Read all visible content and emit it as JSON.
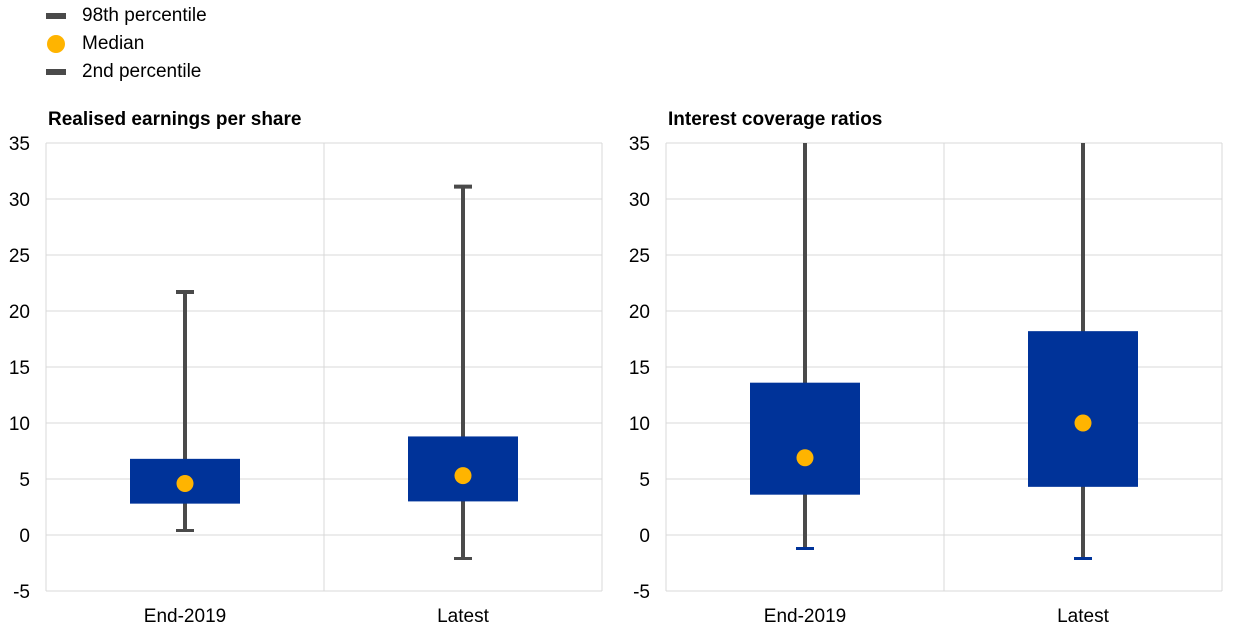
{
  "legend": {
    "p98": "98th percentile",
    "median": "Median",
    "p2": "2nd percentile"
  },
  "colors": {
    "box": "#003399",
    "median": "#ffb400",
    "whisker": "#4a4a4a",
    "grid": "#d9d9d9"
  },
  "chart_data": [
    {
      "type": "box",
      "title": "Realised earnings per share",
      "ylim": [
        -5,
        35
      ],
      "yticks": [
        -5,
        0,
        5,
        10,
        15,
        20,
        25,
        30,
        35
      ],
      "categories": [
        "End-2019",
        "Latest"
      ],
      "series": [
        {
          "category": "End-2019",
          "p2": 0.4,
          "q1": 2.8,
          "median": 4.6,
          "q3": 6.8,
          "p98": 21.7
        },
        {
          "category": "Latest",
          "p2": -2.1,
          "q1": 3.0,
          "median": 5.3,
          "q3": 8.8,
          "p98": 31.1
        }
      ]
    },
    {
      "type": "box",
      "title": "Interest coverage ratios",
      "ylim": [
        -5,
        35
      ],
      "yticks": [
        -5,
        0,
        5,
        10,
        15,
        20,
        25,
        30,
        35
      ],
      "categories": [
        "End-2019",
        "Latest"
      ],
      "series": [
        {
          "category": "End-2019",
          "p2": -1.2,
          "q1": 3.6,
          "median": 6.9,
          "q3": 13.6,
          "p98": 35
        },
        {
          "category": "Latest",
          "p2": -2.1,
          "q1": 4.3,
          "median": 10.0,
          "q3": 18.2,
          "p98": 35
        }
      ]
    }
  ]
}
